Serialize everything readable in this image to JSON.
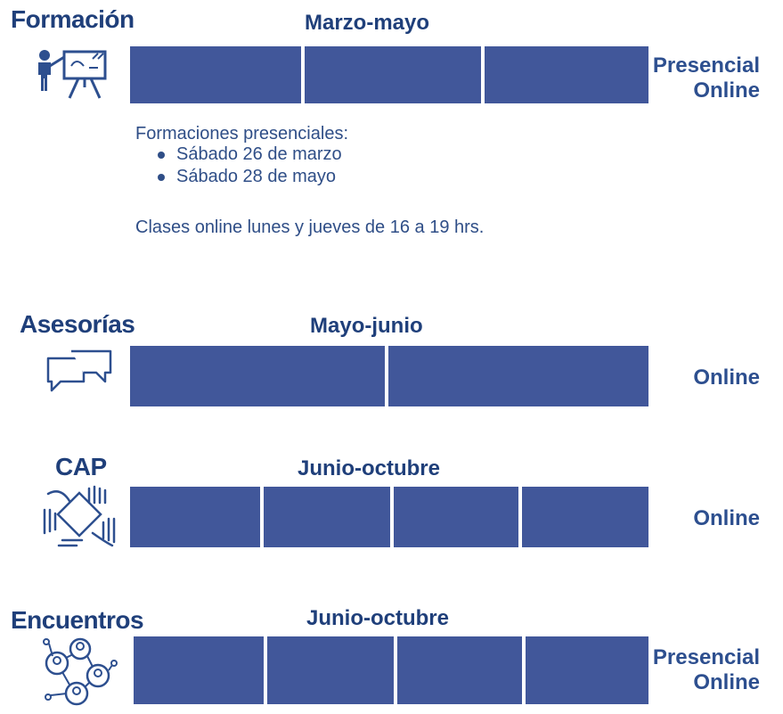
{
  "sections": [
    {
      "title": "Formación",
      "period": "Marzo-mayo",
      "modes": [
        "Presencial",
        "Online"
      ],
      "segments": 3,
      "icon": "teacher-presentation-icon"
    },
    {
      "title": "Asesorías",
      "period": "Mayo-junio",
      "modes": [
        "Online"
      ],
      "segments": 2,
      "icon": "chat-bubbles-icon"
    },
    {
      "title": "CAP",
      "period": "Junio-octubre",
      "modes": [
        "Online"
      ],
      "segments": 4,
      "icon": "joined-hands-icon"
    },
    {
      "title": "Encuentros",
      "period": "Junio-octubre",
      "modes": [
        "Presencial",
        "Online"
      ],
      "segments": 4,
      "icon": "network-people-icon"
    }
  ],
  "formacion_notes": {
    "lead": "Formaciones presenciales:",
    "dates": [
      "Sábado 26 de marzo",
      "Sábado 28 de mayo"
    ],
    "online": "Clases online lunes y jueves de 16 a 19 hrs."
  },
  "colors": {
    "bar": "#41579a",
    "title": "#1f3f7a",
    "text": "#2f4e87"
  }
}
